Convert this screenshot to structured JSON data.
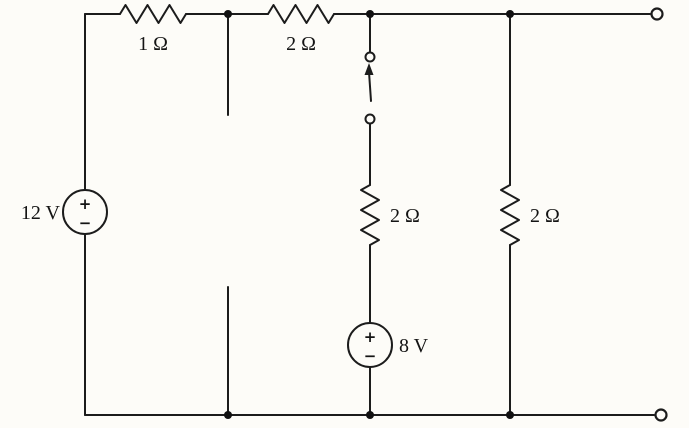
{
  "circuit": {
    "description": "DC circuit with 12 V source, three-branch resistor network, open switch, 8 V source and open output terminals",
    "sources": [
      {
        "id": "vs-12",
        "label": "12 V",
        "plus": "+",
        "minus": "−",
        "position": "left-branch"
      },
      {
        "id": "vs-8",
        "label": "8 V",
        "plus": "+",
        "minus": "−",
        "position": "middle-branch-bottom"
      }
    ],
    "resistors": [
      {
        "id": "r-top-left",
        "label": "1 Ω",
        "orientation": "horizontal",
        "position": "top-wire-left"
      },
      {
        "id": "r-top-mid",
        "label": "2 Ω",
        "orientation": "horizontal",
        "position": "top-wire-middle"
      },
      {
        "id": "r-middle",
        "label": "2 Ω",
        "orientation": "vertical",
        "position": "middle-branch"
      },
      {
        "id": "r-right",
        "label": "2 Ω",
        "orientation": "vertical",
        "position": "right-branch"
      }
    ],
    "switch": {
      "id": "sw-1",
      "state": "open",
      "position": "middle-branch-top"
    },
    "open_branch": {
      "position": "between 1 Ω and 2 Ω branches",
      "state": "open"
    },
    "terminals": {
      "top_right": "open",
      "bottom_right": "open"
    }
  }
}
